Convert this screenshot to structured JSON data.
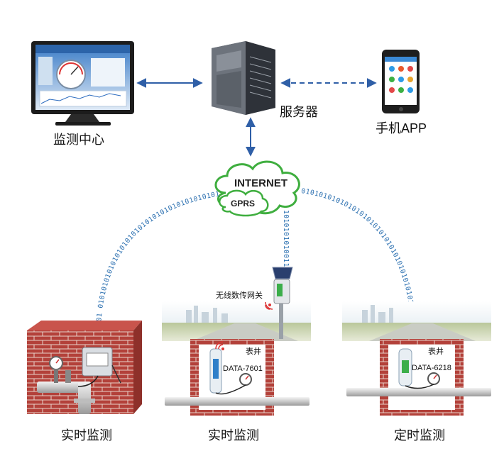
{
  "labels": {
    "monitor_center": "监测中心",
    "server": "服务器",
    "mobile_app": "手机APP",
    "internet": "INTERNET",
    "gprs": "GPRS",
    "gateway": "无线数传网关",
    "well_1": "表井",
    "well_2": "表井",
    "device_1": "DATA-7601",
    "device_2": "DATA-6218",
    "site_1": "实时监测",
    "site_2": "实时监测",
    "site_3": "定时监测"
  },
  "bitstreams": {
    "left_arc": "101 010101010101010101010101010101010101010101010101010101010101",
    "center_vertical": "1010101010011",
    "right_arc": "0101010101010101010101010101010101010101010101010101010"
  },
  "colors": {
    "arrow": "#2f5fa7",
    "cloud_stroke": "#3fae3f",
    "brick": "#b3413a",
    "bits": "#2a6fb0"
  }
}
